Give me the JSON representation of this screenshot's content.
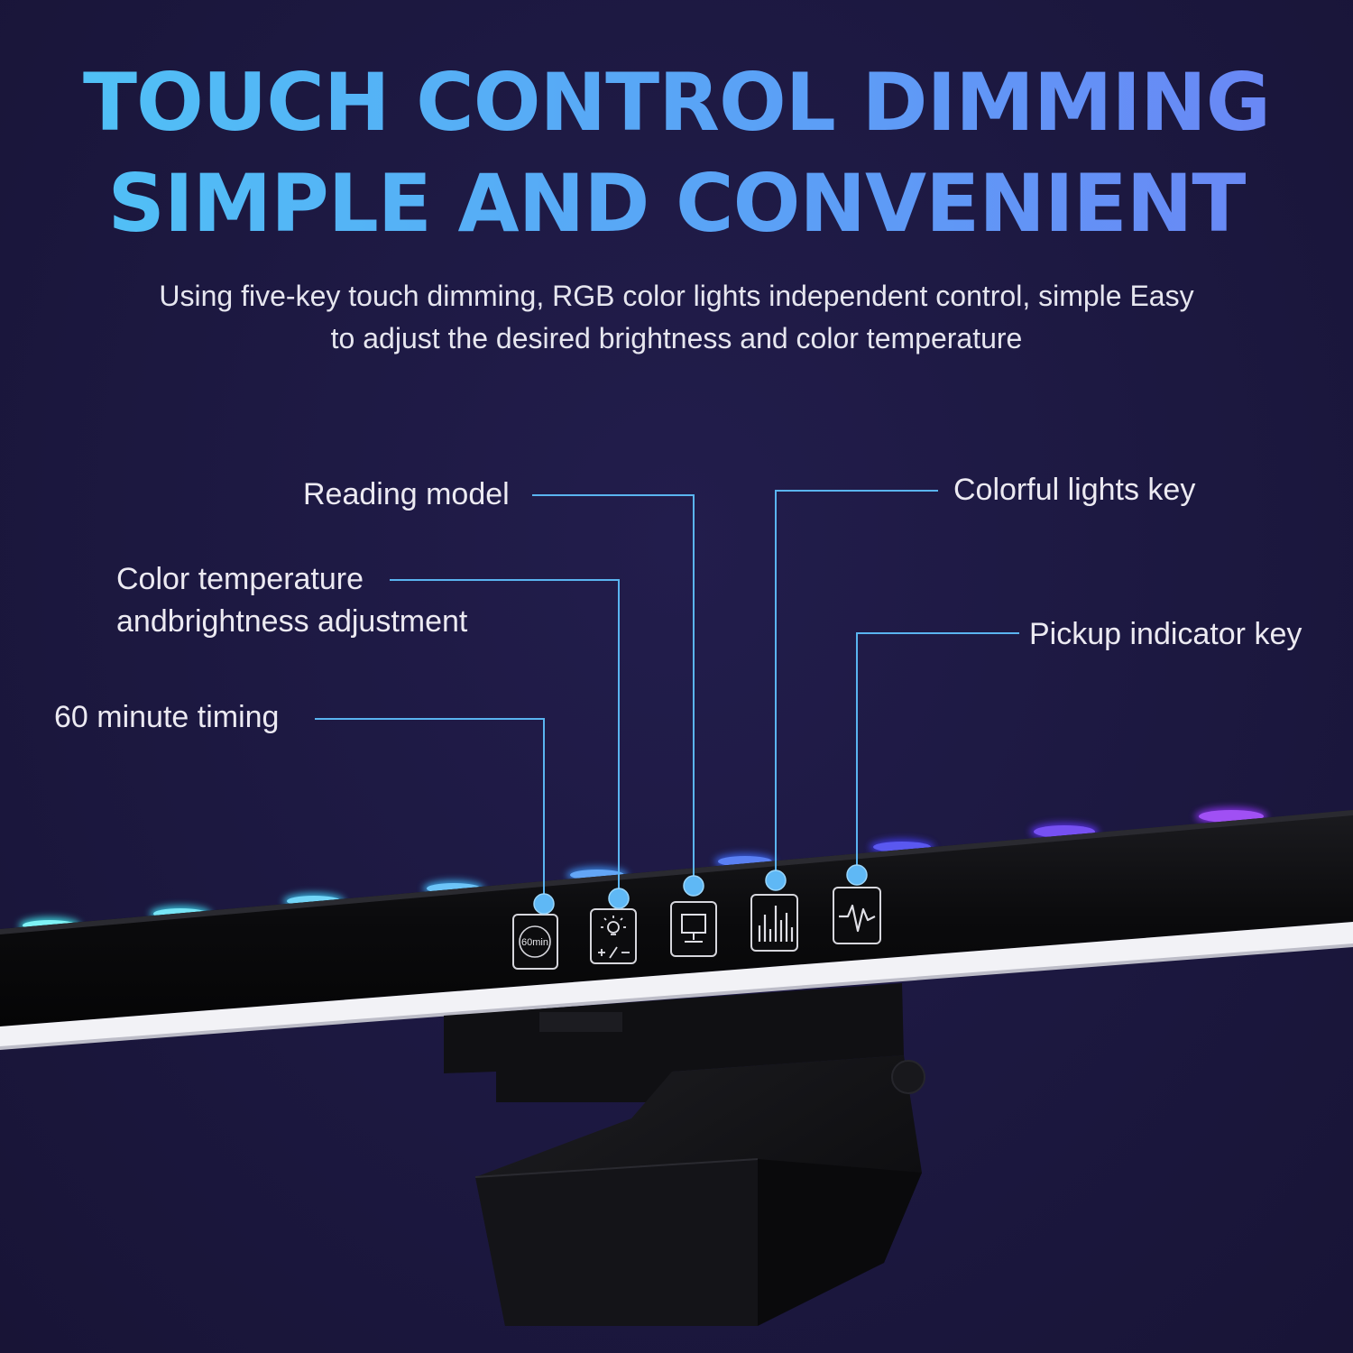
{
  "headline": {
    "line1": "TOUCH CONTROL DIMMING",
    "line2": "SIMPLE AND CONVENIENT"
  },
  "subtitle": {
    "line1": "Using five-key touch dimming, RGB color lights independent control, simple Easy",
    "line2": "to adjust the desired brightness and color temperature"
  },
  "callouts": {
    "reading_model": "Reading model",
    "color_temperature_line1": "Color temperature",
    "color_temperature_line2": "andbrightness adjustment",
    "timing": "60 minute timing",
    "colorful_lights": "Colorful lights key",
    "pickup_indicator": "Pickup indicator key"
  },
  "keys": {
    "timer_label": "60min"
  },
  "icons": {
    "timer": "timer-60min-icon",
    "brightness": "brightness-adjust-icon",
    "reading": "monitor-reading-icon",
    "colorful": "equalizer-bars-icon",
    "pickup": "pulse-wave-icon"
  },
  "colors": {
    "background": "#1c1840",
    "headline_gradient_start": "#4fc4f6",
    "headline_gradient_end": "#6c83f5",
    "leader_line": "#5ab4f0",
    "leader_dot": "#5fb8f5",
    "lamp_body": "#0b0b0d"
  }
}
